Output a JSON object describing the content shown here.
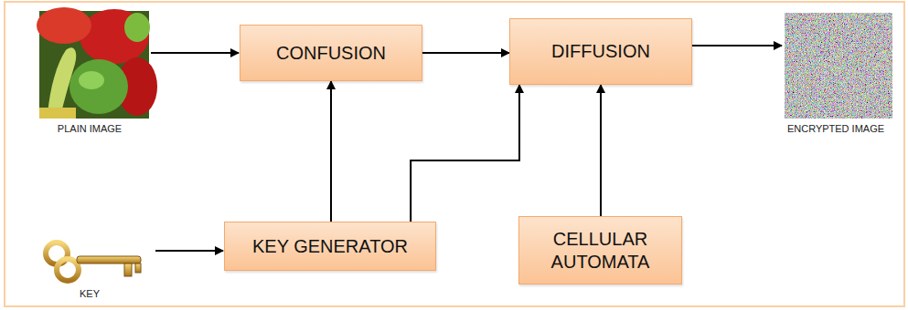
{
  "diagram": {
    "nodes": [
      {
        "text": [
          "CONFUSION"
        ]
      },
      {
        "text": [
          "DIFFUSION"
        ]
      },
      {
        "text": [
          "KEY GENERATOR"
        ]
      },
      {
        "text": [
          "CELLULAR AUTOMATA"
        ]
      }
    ],
    "edges": [
      {
        "from": 0,
        "to": 1,
        "arrow": "to"
      },
      {
        "from": 2,
        "to": 0,
        "arrow": "to"
      },
      {
        "from": 2,
        "to": 1,
        "arrow": "to"
      },
      {
        "from": 3,
        "to": 1,
        "arrow": "to"
      }
    ],
    "labels": [
      "PLAIN IMAGE",
      "ENCRYPTED IMAGE",
      "KEY"
    ]
  }
}
